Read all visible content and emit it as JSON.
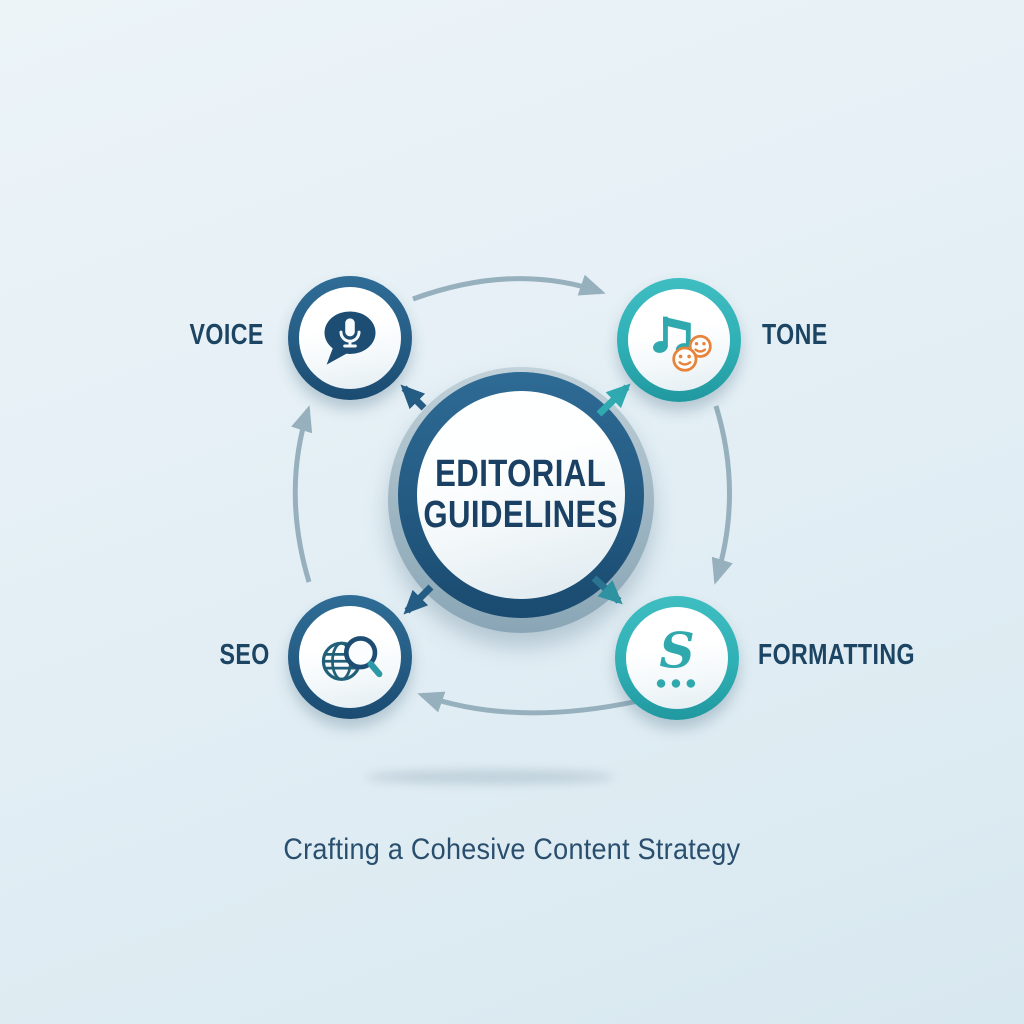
{
  "diagram": {
    "center": {
      "title_line1": "EDITORIAL",
      "title_line2": "GUIDELINES"
    },
    "nodes": [
      {
        "id": "voice",
        "label": "VOICE",
        "icon": "speech-bubble-mic-icon",
        "ring_color": "#255c84",
        "position": "top-left"
      },
      {
        "id": "tone",
        "label": "TONE",
        "icon": "music-note-smiley-faces-icon",
        "ring_color": "#2fb0b5",
        "position": "top-right"
      },
      {
        "id": "formatting",
        "label": "FORMATTING",
        "icon": "stylized-s-ellipsis-icon",
        "ring_color": "#2fb0b5",
        "position": "bottom-right"
      },
      {
        "id": "seo",
        "label": "SEO",
        "icon": "globe-magnifier-icon",
        "ring_color": "#255c84",
        "position": "bottom-left"
      }
    ],
    "formatting_glyph": "S",
    "flow": [
      "voice → tone",
      "tone → formatting",
      "formatting → seo",
      "seo → voice"
    ],
    "flow_direction": "clockwise",
    "caption": "Crafting a Cohesive Content Strategy"
  },
  "colors": {
    "navy_ring": "#255c84",
    "teal_ring": "#2fb0b5",
    "arc_arrow_gray": "#97b0bd",
    "label_text": "#1c4564",
    "caption_text": "#2a4f6e",
    "smiley_orange": "#e8833a",
    "background": "#e4eff5"
  }
}
